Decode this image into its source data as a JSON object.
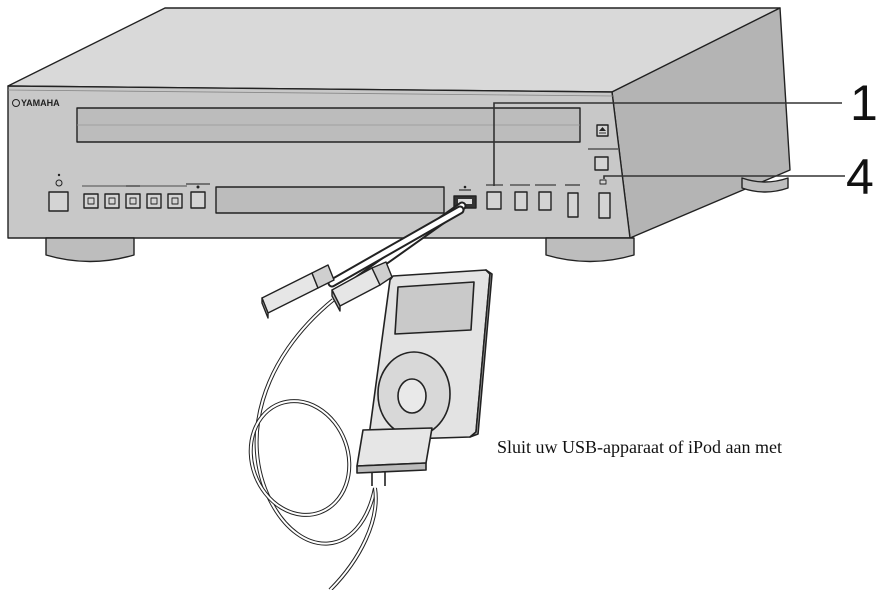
{
  "brand": "YAMAHA",
  "callouts": {
    "one": "1",
    "four": "4"
  },
  "caption": "Sluit uw USB-apparaat of iPod aan met",
  "colors": {
    "device_top": "#d9d9d9",
    "device_front": "#c8c8c8",
    "device_side": "#b4b4b4",
    "line": "#222222"
  },
  "icons": [
    "power-icon",
    "eject-icon",
    "usb-plug-icon",
    "ipod-icon"
  ]
}
